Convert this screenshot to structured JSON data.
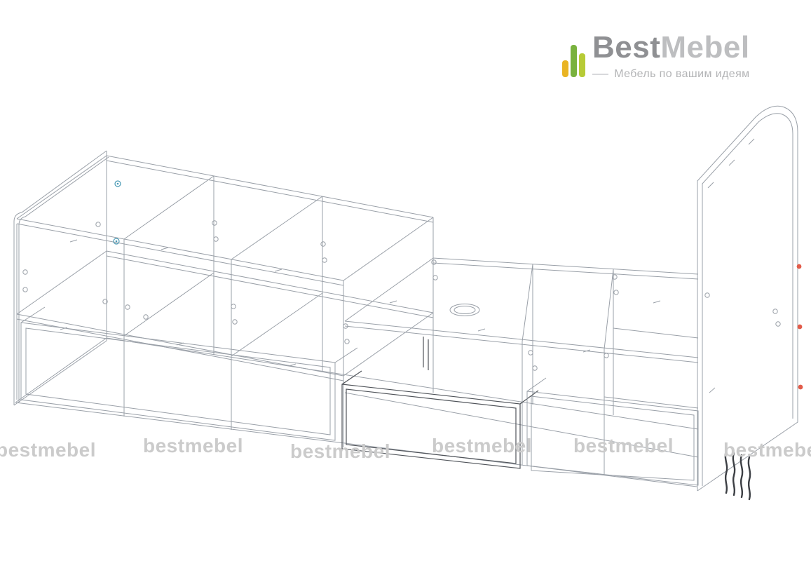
{
  "brand": {
    "logo_text_primary": "Best",
    "logo_text_secondary": "Mebel",
    "tagline": "Мебель по вашим идеям"
  },
  "watermark": {
    "text": "bestmebel",
    "count": 6
  },
  "drawing": {
    "type": "isometric-wireframe-technical-drawing",
    "subject": "cabinet-with-drawers",
    "parts": [
      "left-side-panel",
      "right-side-panel",
      "upper-shelf-unit",
      "right-open-section",
      "base-frame",
      "cable-hole",
      "drawer-left",
      "drawer-middle",
      "drawer-right",
      "cam-lock-marks",
      "hinge-marks"
    ]
  },
  "colors": {
    "logo-bar-yellow": "#e9b424",
    "logo-bar-green": "#79b23e",
    "logo-bar-lime": "#b7cb36",
    "logo-text-primary": "#8f9093",
    "logo-text-secondary": "#bdbec0",
    "tagline-text": "#b3b4b6",
    "watermark-text": "#cbcbcb",
    "wire-line": "#9aa0a8",
    "wire-dark": "#50545a",
    "marker-red": "#e25c4a",
    "marker-blue": "#4a9ab5"
  }
}
